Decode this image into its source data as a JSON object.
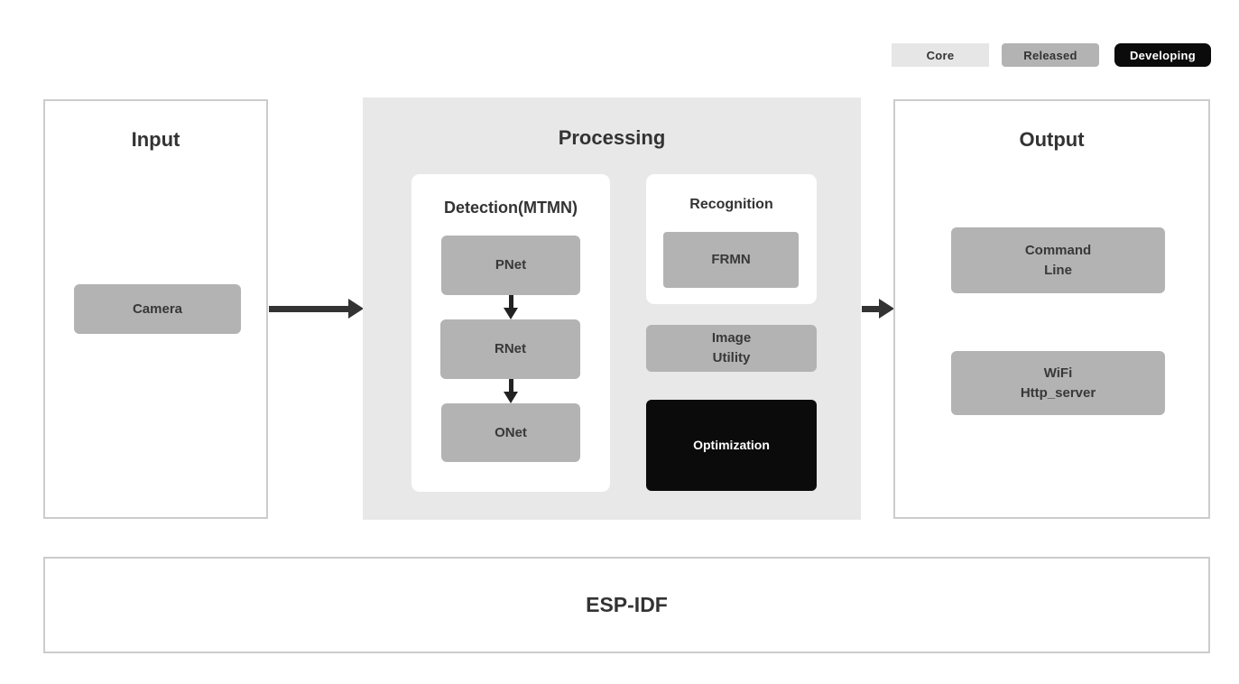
{
  "legend": {
    "items": [
      {
        "label": "Core",
        "status": "core"
      },
      {
        "label": "Released",
        "status": "released"
      },
      {
        "label": "Developing",
        "status": "developing"
      }
    ]
  },
  "input": {
    "title": "Input",
    "camera_label": "Camera"
  },
  "processing": {
    "title": "Processing",
    "detection": {
      "title": "Detection(MTMN)",
      "nodes": [
        {
          "label": "PNet"
        },
        {
          "label": "RNet"
        },
        {
          "label": "ONet"
        }
      ]
    },
    "recognition": {
      "title": "Recognition",
      "frmn_label": "FRMN"
    },
    "image_utility_label": "Image\nUtility",
    "optimization_label": "Optimization"
  },
  "output": {
    "title": "Output",
    "nodes": [
      {
        "label": "Command\nLine"
      },
      {
        "label": "WiFi\nHttp_server"
      }
    ]
  },
  "foundation": {
    "label": "ESP-IDF"
  },
  "colors": {
    "core_badge": "#e6e6e6",
    "released_badge": "#b3b3b3",
    "developing_badge": "#0b0b0b",
    "node_gray": "#b3b3b3",
    "node_black": "#0b0b0b",
    "processing_background": "#e8e8e8",
    "panel_border": "#cccccc",
    "arrow": "#333333",
    "text": "#333333"
  }
}
